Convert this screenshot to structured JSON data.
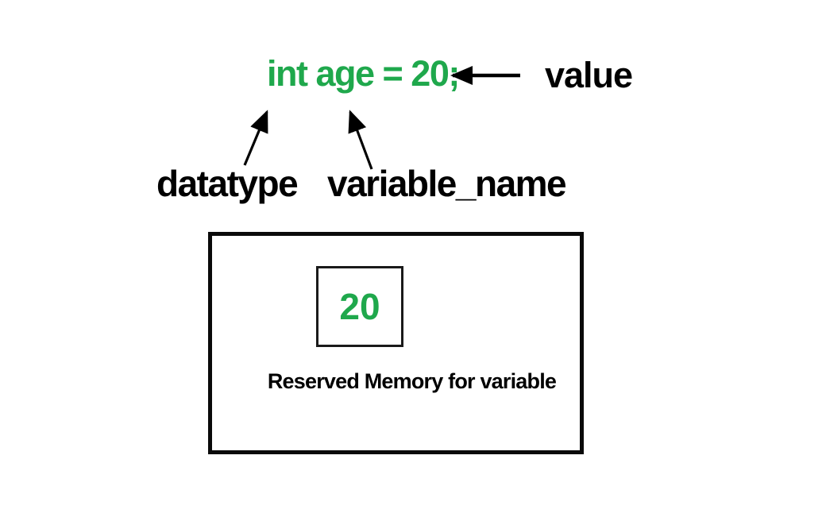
{
  "diagram": {
    "code_statement": "int age = 20;",
    "annotations": {
      "value_label": "value",
      "datatype_label": "datatype",
      "variable_name_label": "variable_name"
    },
    "memory_box": {
      "cell_value": "20",
      "caption": "Reserved Memory for variable"
    }
  },
  "icons": {
    "value_arrow": "arrow-pointing-left",
    "datatype_arrow": "arrow-pointing-up-right",
    "variable_name_arrow": "arrow-pointing-up-left"
  },
  "colors": {
    "accent_green": "#1fa84c",
    "ink": "#000000",
    "background": "#ffffff"
  }
}
